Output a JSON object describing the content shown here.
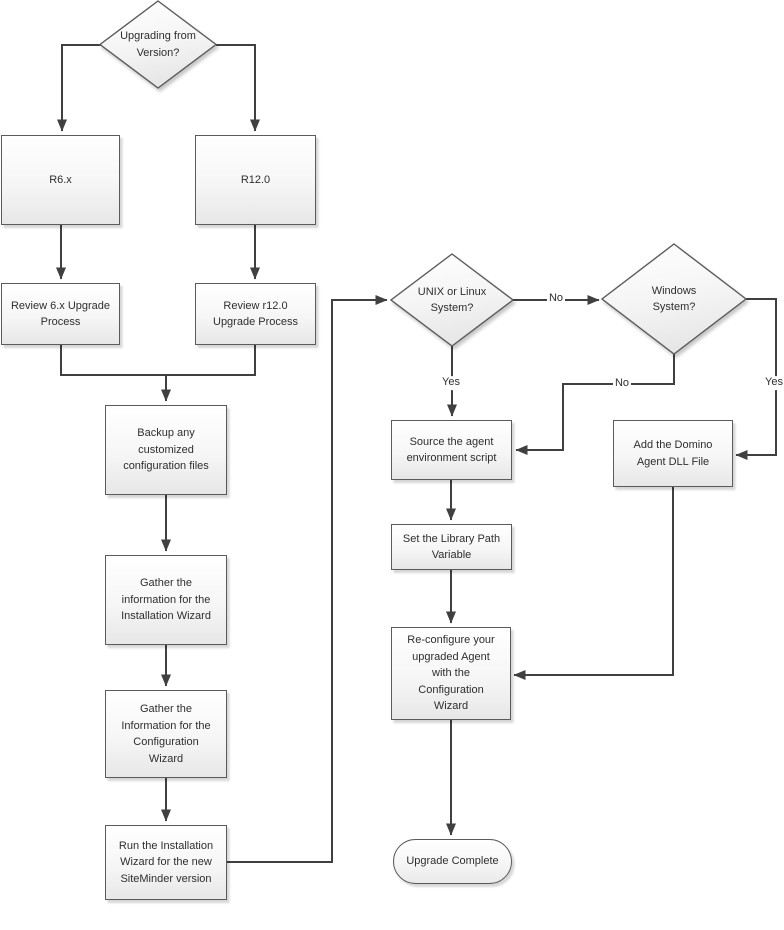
{
  "diagram": {
    "nodes": {
      "upgrading": {
        "label": "Upgrading from\nVersion?"
      },
      "r6x": {
        "label": "R6.x"
      },
      "r12": {
        "label": "R12.0"
      },
      "review6x": {
        "label": "Review 6.x Upgrade\nProcess"
      },
      "review_r12": {
        "label": "Review r12.0\nUpgrade Process"
      },
      "backup": {
        "label": "Backup any\ncustomized\nconfiguration files"
      },
      "gather_install": {
        "label": "Gather the\ninformation for the\nInstallation Wizard"
      },
      "gather_config": {
        "label": "Gather the\nInformation for the\nConfiguration\nWizard"
      },
      "run_wizard": {
        "label": "Run the Installation\nWizard for the new\nSiteMinder version"
      },
      "unix_linux": {
        "label": "UNIX or Linux\nSystem?"
      },
      "windows": {
        "label": "Windows\nSystem?"
      },
      "source_agent": {
        "label": "Source the agent\nenvironment script"
      },
      "set_library": {
        "label": "Set the Library Path\nVariable"
      },
      "add_domino": {
        "label": "Add the Domino\nAgent DLL File"
      },
      "reconfigure": {
        "label": "Re-configure your\nupgraded Agent\nwith the\nConfiguration\nWizard"
      },
      "complete": {
        "label": "Upgrade Complete"
      }
    },
    "edge_labels": {
      "unix_to_windows_no": "No",
      "unix_yes": "Yes",
      "windows_no": "No",
      "windows_yes": "Yes"
    },
    "colors": {
      "connector_line": "#404040",
      "shape_border": "#5b5b5b",
      "shape_fill_top": "#ffffff",
      "shape_fill_bottom": "#e7e7e7",
      "text": "#2e2e2e"
    }
  }
}
